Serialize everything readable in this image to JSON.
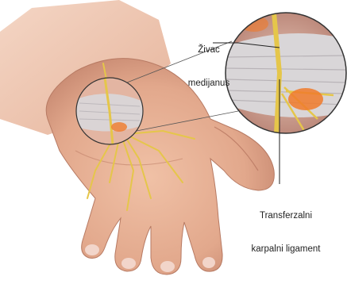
{
  "labels": {
    "nerve_line1": "Živac",
    "nerve_line2": "medijanus",
    "ligament_line1": "Transferzalni",
    "ligament_line2": "karpalni ligament"
  },
  "colors": {
    "skin": "#e9b79b",
    "skin_shadow": "#c98b73",
    "nerve": "#e5c64a",
    "ligament": "#d9d6d8",
    "background": "#ffffff",
    "leader_line": "#222222"
  }
}
